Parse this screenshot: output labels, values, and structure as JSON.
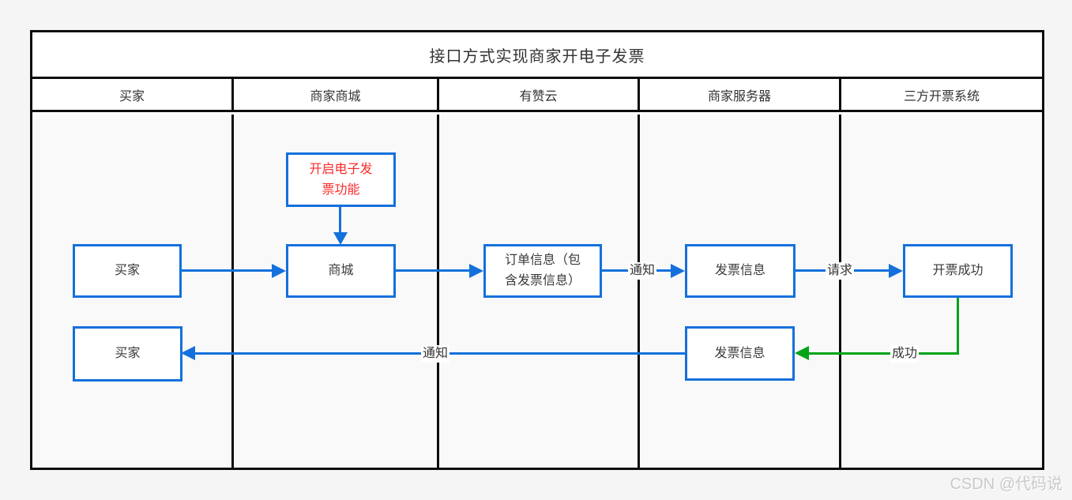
{
  "page": {
    "watermark": "CSDN @代码说"
  },
  "diagram": {
    "title": "接口方式实现商家开电子发票",
    "lanes": [
      {
        "label": "买家"
      },
      {
        "label": "商家商城"
      },
      {
        "label": "有赞云"
      },
      {
        "label": "商家服务器"
      },
      {
        "label": "三方开票系统"
      }
    ],
    "nodes": {
      "enable_invoice_note": {
        "label": "开启电子发\n票功能"
      },
      "buyer_top": {
        "label": "买家"
      },
      "mall": {
        "label": "商城"
      },
      "order_info": {
        "label": "订单信息（包\n含发票信息）"
      },
      "invoice_info_top": {
        "label": "发票信息"
      },
      "invoice_success": {
        "label": "开票成功"
      },
      "buyer_bottom": {
        "label": "买家"
      },
      "invoice_info_bottom": {
        "label": "发票信息"
      }
    },
    "edge_labels": {
      "notify_top": "通知",
      "request": "请求",
      "success": "成功",
      "notify_bottom": "通知"
    },
    "colors": {
      "frame_black": "#0d0d0d",
      "flow_blue": "#1470dc",
      "flow_green": "#00a318",
      "note_red": "#fa2a2a"
    }
  }
}
